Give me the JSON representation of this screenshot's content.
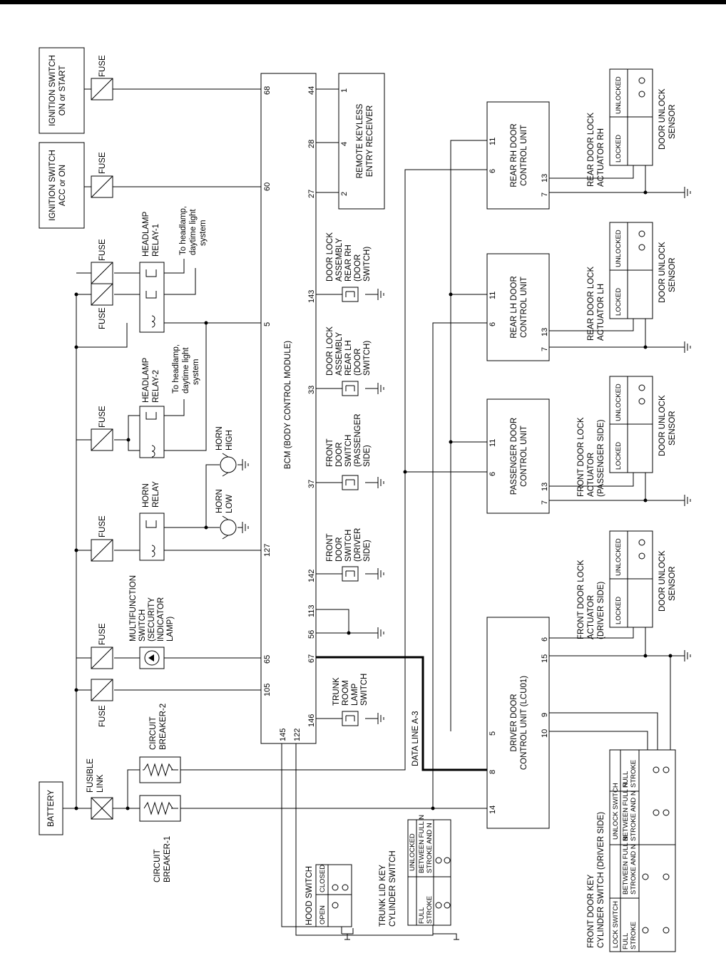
{
  "sources": {
    "battery": "BATTERY",
    "ign_on_start": [
      "IGNITION SWITCH",
      "ON or START"
    ],
    "ign_acc_on": [
      "IGNITION SWITCH",
      "ACC or ON"
    ]
  },
  "protection": {
    "fuse": "FUSE",
    "fusible_link": [
      "FUSIBLE",
      "LINK"
    ],
    "circuit_breaker_1": [
      "CIRCUIT",
      "BREAKER-1"
    ],
    "circuit_breaker_2": [
      "CIRCUIT",
      "BREAKER-2"
    ]
  },
  "relays": {
    "headlamp_relay_1": [
      "HEADLAMP",
      "RELAY-1"
    ],
    "headlamp_relay_2": [
      "HEADLAMP",
      "RELAY-2"
    ],
    "horn_relay": [
      "HORN",
      "RELAY"
    ],
    "to_headlamp": [
      "To headlamp,",
      "daytime light",
      "system"
    ]
  },
  "horns": {
    "low": [
      "HORN",
      "LOW"
    ],
    "high": [
      "HORN",
      "HIGH"
    ]
  },
  "multifunction": [
    "MULTIFUNCTION",
    "SWITCH",
    "(SECURITY",
    "INDICATOR",
    "LAMP)"
  ],
  "bcm": {
    "title": "BCM (BODY CONTROL MODULE)",
    "top_pins": [
      "68",
      "60",
      "5",
      "127",
      "65",
      "105",
      "145"
    ],
    "bottom_pins": [
      "44",
      "28",
      "27",
      "143",
      "33",
      "37",
      "142",
      "113",
      "56",
      "67",
      "146",
      "122"
    ]
  },
  "rke": {
    "name": [
      "REMOTE KEYLESS",
      "ENTRY RECEIVER"
    ],
    "pins": [
      "1",
      "4",
      "2"
    ]
  },
  "switches": {
    "rear_rh": [
      "DOOR LOCK",
      "ASSEMBLY",
      "REAR RH",
      "(DOOR",
      "SWITCH)"
    ],
    "rear_lh": [
      "DOOR LOCK",
      "ASSEMBLY",
      "REAR LH",
      "(DOOR",
      "SWITCH)"
    ],
    "front_pass": [
      "FRONT",
      "DOOR",
      "SWITCH",
      "(PASSENGER",
      "SIDE)"
    ],
    "front_driver": [
      "FRONT",
      "DOOR",
      "SWITCH",
      "(DRIVER",
      "SIDE)"
    ],
    "trunk_room": [
      "TRUNK",
      "ROOM",
      "LAMP",
      "SWITCH"
    ]
  },
  "data_line": "DATA LINE A-3",
  "control_units": {
    "rear_rh": {
      "name": [
        "REAR RH DOOR",
        "CONTROL UNIT"
      ],
      "pins": [
        "11",
        "6",
        "7",
        "13"
      ]
    },
    "rear_lh": {
      "name": [
        "REAR LH DOOR",
        "CONTROL UNIT"
      ],
      "pins": [
        "11",
        "6",
        "7",
        "13"
      ]
    },
    "passenger": {
      "name": [
        "PASSENGER DOOR",
        "CONTROL UNIT"
      ],
      "pins": [
        "11",
        "6",
        "7",
        "13"
      ]
    },
    "driver": {
      "name": [
        "DRIVER DOOR",
        "CONTROL UNIT (LCU01)"
      ],
      "pins": [
        "5",
        "8",
        "14",
        "10",
        "9",
        "15",
        "6"
      ]
    }
  },
  "actuators": {
    "rear_rh": [
      "REAR DOOR LOCK",
      "ACTUATOR RH"
    ],
    "rear_lh": [
      "REAR DOOR LOCK",
      "ACTUATOR LH"
    ],
    "front_pass": [
      "FRONT DOOR LOCK",
      "ACTUATOR",
      "(PASSENGER SIDE)"
    ],
    "front_driver": [
      "FRONT DOOR LOCK",
      "ACTUATOR",
      "(DRIVER SIDE)"
    ],
    "locked": "LOCKED",
    "unlocked": "UNLOCKED",
    "sensor": [
      "DOOR UNLOCK",
      "SENSOR"
    ]
  },
  "hood": {
    "name": "HOOD SWITCH",
    "open": "OPEN",
    "closed": "CLOSED"
  },
  "trunk_lid": {
    "name": [
      "TRUNK LID KEY",
      "CYLINDER SWITCH"
    ],
    "unlocked": "UNLOCKED",
    "full": [
      "FULL",
      "STROKE"
    ],
    "between": [
      "BETWEEN FULL N",
      "STROKE AND N"
    ]
  },
  "front_key": {
    "name": [
      "FRONT DOOR KEY",
      "CYLINDER SWITCH (DRIVER SIDE)"
    ],
    "lock": "LOCK SWITCH",
    "unlock": "UNLOCK SWITCH",
    "full": [
      "FULL",
      "STROKE"
    ],
    "between": [
      "BETWEEN FULL N",
      "STROKE AND N"
    ]
  }
}
